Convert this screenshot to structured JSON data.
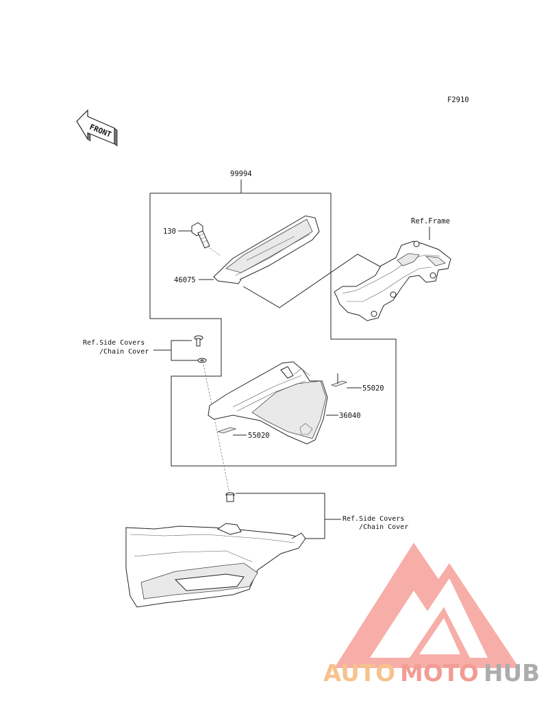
{
  "diagram": {
    "figure_code": "F2910",
    "front_label": "FRONT",
    "parts": {
      "kit": "99994",
      "bolt": "130",
      "cover_upper": "46075",
      "tape_right": "55020",
      "cover_lower": "36040",
      "tape_left": "55020"
    },
    "references": {
      "frame": "Ref.Frame",
      "side_covers_upper": [
        "Ref.Side Covers",
        "/Chain Cover"
      ],
      "side_covers_lower": [
        "Ref.Side Covers",
        "/Chain Cover"
      ]
    }
  },
  "watermark": {
    "brand_part1": "AUTO",
    "brand_part2": "MOTO",
    "brand_part3": "HUB",
    "colors": {
      "orange": "#f4b183",
      "red": "#f28b82",
      "gray": "#9e9e9e"
    }
  }
}
